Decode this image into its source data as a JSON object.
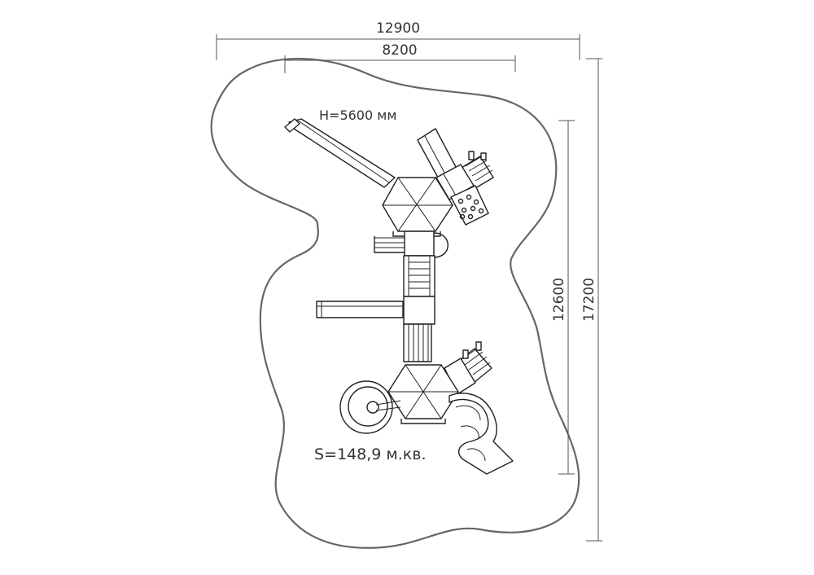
{
  "dimensions": {
    "overall_width": "12900",
    "inner_width": "8200",
    "inner_height": "12600",
    "overall_height": "17200"
  },
  "labels": {
    "height_note": "H=5600 мм",
    "area_note": "S=148,9 м.кв."
  },
  "colors": {
    "line": "#222222",
    "outline": "#666666",
    "dimension": "#555555"
  }
}
